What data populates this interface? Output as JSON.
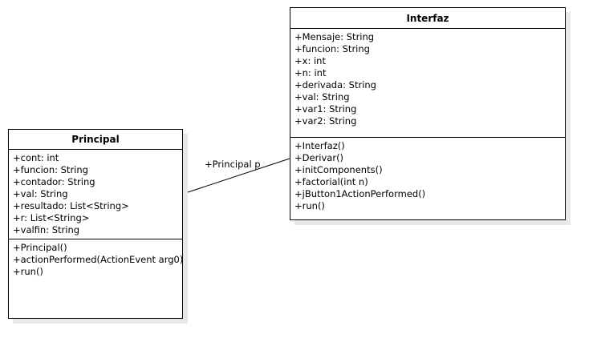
{
  "classes": {
    "interfaz": {
      "name": "Interfaz",
      "attributes": [
        "+Mensaje: String",
        "+funcion: String",
        "+x: int",
        "+n: int",
        "+derivada: String",
        "+val: String",
        "+var1: String",
        "+var2: String"
      ],
      "operations": [
        "+Interfaz()",
        "+Derivar()",
        "+initComponents()",
        "+factorial(int n)",
        "+jButton1ActionPerformed()",
        "+run()"
      ]
    },
    "principal": {
      "name": "Principal",
      "attributes": [
        "+cont: int",
        "+funcion: String",
        "+contador: String",
        "+val: String",
        "+resultado: List<String>",
        "+r: List<String>",
        "+valfin: String"
      ],
      "operations": [
        "+Principal()",
        "+actionPerformed(ActionEvent arg0)",
        "+run()"
      ]
    }
  },
  "association": {
    "label": "+Principal p",
    "from": "Principal",
    "to": "Interfaz"
  }
}
